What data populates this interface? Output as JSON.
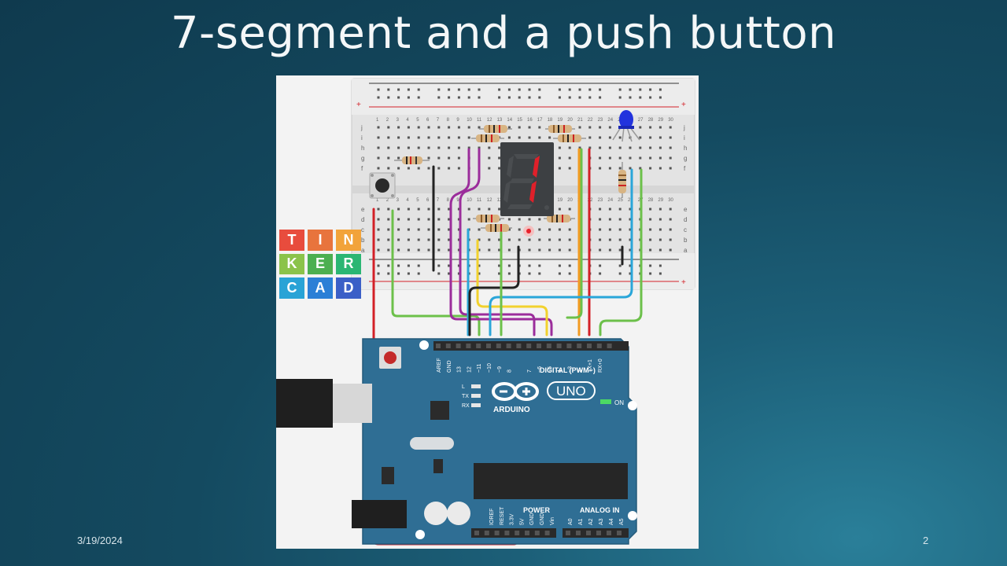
{
  "slide": {
    "title": "7-segment and a push button",
    "date": "3/19/2024",
    "page_number": "2"
  },
  "logo": {
    "letters": [
      "T",
      "I",
      "N",
      "K",
      "E",
      "R",
      "C",
      "A",
      "D"
    ],
    "colors": [
      "#e84c3d",
      "#e8743d",
      "#f2a33a",
      "#8bc34a",
      "#4caf50",
      "#2bb673",
      "#29a3d6",
      "#2b7fd6",
      "#3b5fc7"
    ]
  },
  "arduino": {
    "brand": "ARDUINO",
    "model": "UNO",
    "digital_label": "DIGITAL (PWM~)",
    "power_label": "POWER",
    "analog_label": "ANALOG IN",
    "on_label": "ON",
    "led_labels": [
      "L",
      "TX",
      "RX"
    ],
    "digital_pins": [
      "AREF",
      "GND",
      "13",
      "12",
      "~11",
      "~10",
      "~9",
      "8",
      "7",
      "~6",
      "~5",
      "4",
      "~3",
      "2",
      "TX+1",
      "RX+0"
    ],
    "power_pins": [
      "IOREF",
      "RESET",
      "3.3V",
      "5V",
      "GND",
      "GND",
      "Vin"
    ],
    "analog_pins": [
      "A0",
      "A1",
      "A2",
      "A3",
      "A4",
      "A5"
    ]
  },
  "breadboard": {
    "column_numbers": [
      "1",
      "2",
      "3",
      "4",
      "5",
      "6",
      "7",
      "8",
      "9",
      "10",
      "11",
      "12",
      "13",
      "14",
      "15",
      "16",
      "17",
      "18",
      "19",
      "20",
      "21",
      "22",
      "23",
      "24",
      "25",
      "26",
      "27",
      "28",
      "29",
      "30"
    ],
    "rows_top": [
      "j",
      "i",
      "h",
      "g",
      "f"
    ],
    "rows_bottom": [
      "e",
      "d",
      "c",
      "b",
      "a"
    ],
    "rail_plus": "+",
    "rail_minus": "-"
  },
  "display": {
    "digit": "1",
    "lit_color": "#e0202a",
    "dim_color": "#4a4d50"
  },
  "colors": {
    "wire_red": "#d32027",
    "wire_green": "#6cc04a",
    "wire_purple": "#9b2d9b",
    "wire_blue": "#2aa6d9",
    "wire_yellow": "#f2d22e",
    "wire_orange": "#f29b22",
    "wire_black": "#222222",
    "board_blue": "#2f6e94",
    "led_blue": "#2233dd"
  }
}
